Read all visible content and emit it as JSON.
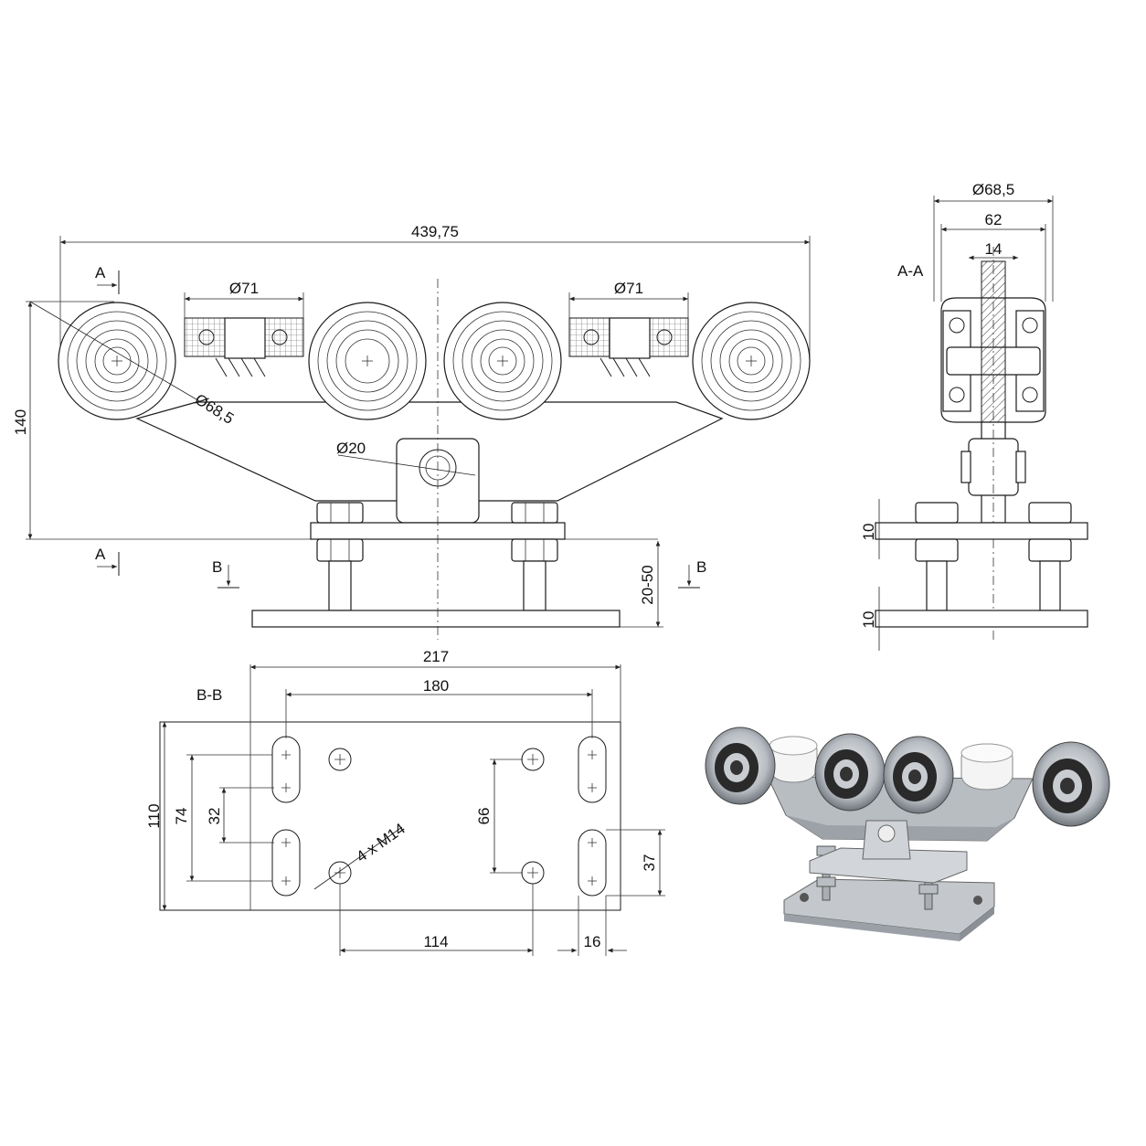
{
  "drawing": {
    "top_view": {
      "overall_length": "439,75",
      "height": "140",
      "roller_diameter": "Ø68,5",
      "guide_roller_left": "Ø71",
      "guide_roller_right": "Ø71",
      "pin_diameter": "Ø20",
      "adjust_range": "20-50",
      "section_a": "A",
      "section_b": "B"
    },
    "section_aa": {
      "label": "A-A",
      "roller_diameter": "Ø68,5",
      "width": "62",
      "axle": "14",
      "plate_thickness_top": "10",
      "plate_thickness_bottom": "10"
    },
    "section_bb": {
      "label": "B-B",
      "plate_length": "217",
      "slot_spacing": "180",
      "plate_width": "110",
      "outer_slot_span": "74",
      "inner_slot_span": "32",
      "thread": "4 x M14",
      "hole_spacing_vertical": "66",
      "hole_spacing_horizontal": "114",
      "slot_length": "37",
      "slot_width": "16"
    }
  }
}
